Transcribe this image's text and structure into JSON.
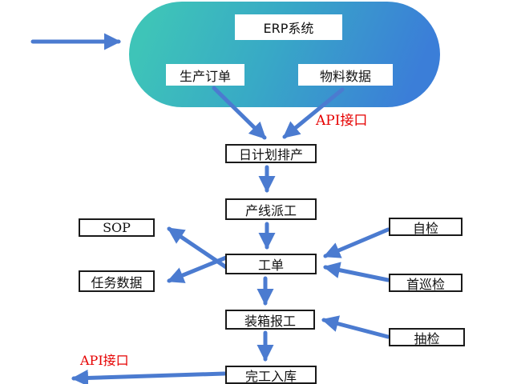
{
  "diagram": {
    "type": "flowchart",
    "background": "#FFFFFF"
  },
  "cloud": {
    "label": "ERP系统",
    "gradient_start": "#3EC4B8",
    "gradient_end": "#3B7ED8",
    "sub_nodes": {
      "production_order": "生产订单",
      "material_data": "物料数据"
    }
  },
  "nodes": {
    "daily_plan": "日计划排产",
    "line_dispatch": "产线派工",
    "work_order": "工单",
    "sop": "SOP",
    "task_data": "任务数据",
    "self_check": "自检",
    "first_patrol_check": "首巡检",
    "packing_report": "装箱报工",
    "sampling_check": "抽检",
    "completion_storage": "完工入库"
  },
  "annotations": {
    "api_top": "API接口",
    "api_bottom": "API接口",
    "color": "#E60000"
  },
  "edges": [
    {
      "from": "external-input",
      "to": "erp_system"
    },
    {
      "from": "production_order",
      "to": "daily_plan"
    },
    {
      "from": "material_data",
      "to": "daily_plan",
      "label": "API接口"
    },
    {
      "from": "daily_plan",
      "to": "line_dispatch"
    },
    {
      "from": "line_dispatch",
      "to": "work_order"
    },
    {
      "from": "work_order",
      "to": "sop"
    },
    {
      "from": "work_order",
      "to": "task_data"
    },
    {
      "from": "self_check",
      "to": "work_order"
    },
    {
      "from": "first_patrol_check",
      "to": "work_order"
    },
    {
      "from": "work_order",
      "to": "packing_report"
    },
    {
      "from": "sampling_check",
      "to": "packing_report"
    },
    {
      "from": "packing_report",
      "to": "completion_storage"
    },
    {
      "from": "completion_storage",
      "to": "external-output",
      "label": "API接口"
    }
  ],
  "colors": {
    "arrow": "#4B7BD0",
    "box_border": "#1A1A1A",
    "box_bg": "#FFFFFF"
  }
}
